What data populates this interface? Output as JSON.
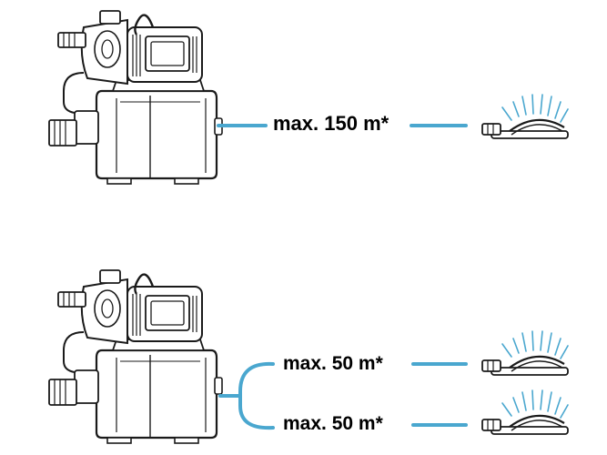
{
  "labels": {
    "single": "max. 150 m*",
    "split_upper": "max. 50 m*",
    "split_lower": "max. 50 m*"
  },
  "colors": {
    "hose": "#4aa7cf",
    "outline": "#1a1a1a",
    "fill": "#ffffff"
  },
  "icons": [
    "pump-icon",
    "sprinkler-icon",
    "y-splitter-icon"
  ]
}
